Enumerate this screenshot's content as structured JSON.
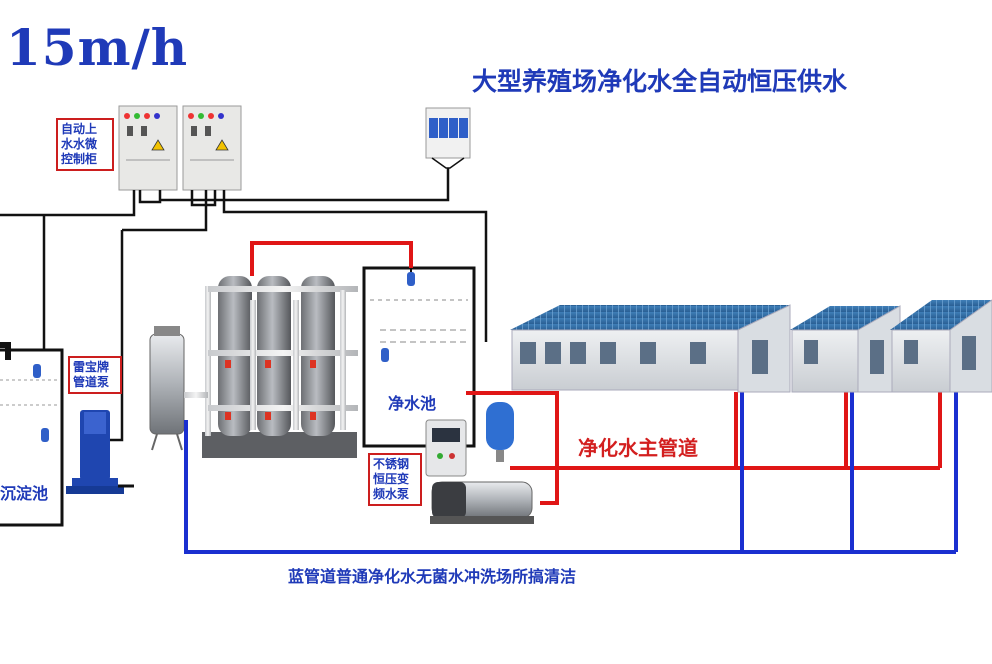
{
  "header": {
    "flow_rate": "15m/h",
    "title": "大型养殖场净化水全自动恒压供水"
  },
  "labels": {
    "controller": "自动上\n水水微\n控制柜",
    "pipe_pump": "雷宝牌\n管道泵",
    "booster_pump": "不锈钢\n恒压变\n频水泵",
    "clean_pool": "净水池",
    "sedimentation_pool": "沉淀池",
    "main_pipe": "净化水主管道",
    "blue_pipe_note": "蓝管道普通净化水无菌水冲洗场所搞清洁"
  },
  "colors": {
    "blue_pipe": "#1a2fd0",
    "red_pipe": "#e01616",
    "black_wire": "#111111",
    "title_blue": "#1f3ab8",
    "label_border": "#cc1e1e"
  }
}
